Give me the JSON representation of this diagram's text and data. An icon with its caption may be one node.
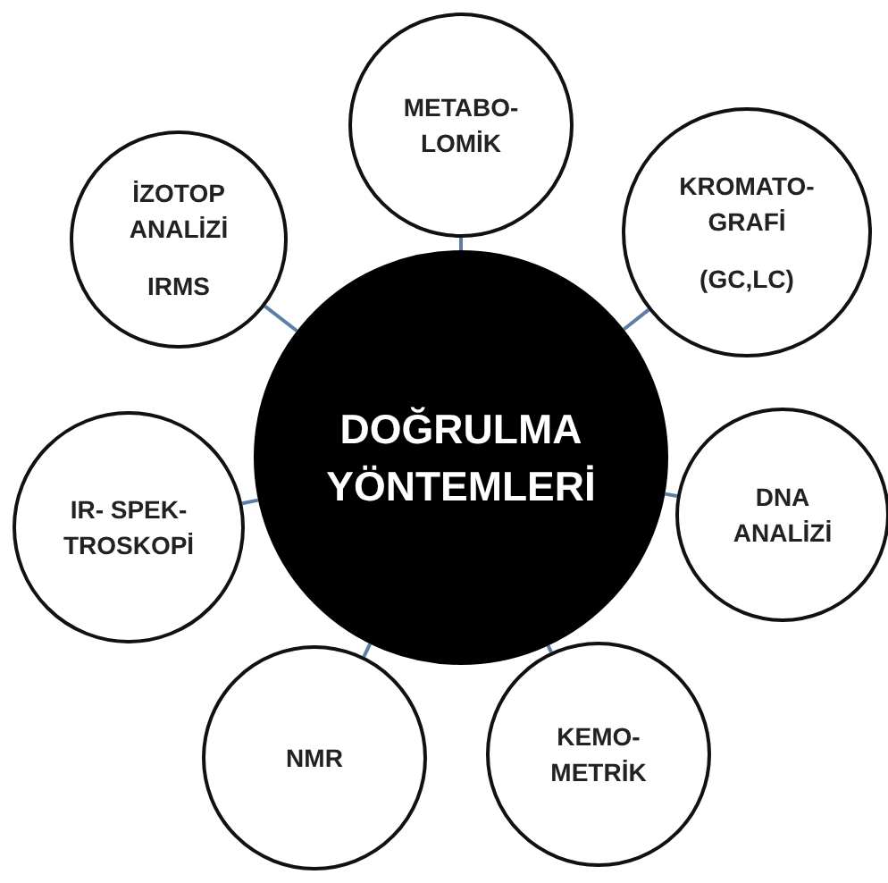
{
  "diagram": {
    "nodes": [
      {
        "text": [
          "METABO- LOMİK"
        ]
      },
      {
        "text": [
          "İZOTOP ANALİZİ",
          "IRMS"
        ]
      },
      {
        "text": [
          "KROMATO- GRAFİ",
          "(GC,LC)"
        ]
      },
      {
        "text": [
          "DOĞRULMA YÖNTEMLERİ"
        ]
      },
      {
        "text": [
          "IR- SPEK- TROSKOPİ"
        ]
      },
      {
        "text": [
          "DNA ANALİZİ"
        ]
      },
      {
        "text": [
          "NMR"
        ]
      },
      {
        "text": [
          "KEMO- METRİK"
        ]
      }
    ],
    "edges": [
      {
        "from": 3,
        "to": 0,
        "arrow": "none"
      },
      {
        "from": 3,
        "to": 1,
        "arrow": "none"
      },
      {
        "from": 3,
        "to": 2,
        "arrow": "none"
      },
      {
        "from": 3,
        "to": 4,
        "arrow": "none"
      },
      {
        "from": 3,
        "to": 5,
        "arrow": "none"
      },
      {
        "from": 3,
        "to": 6,
        "arrow": "none"
      },
      {
        "from": 3,
        "to": 7,
        "arrow": "none"
      }
    ]
  }
}
